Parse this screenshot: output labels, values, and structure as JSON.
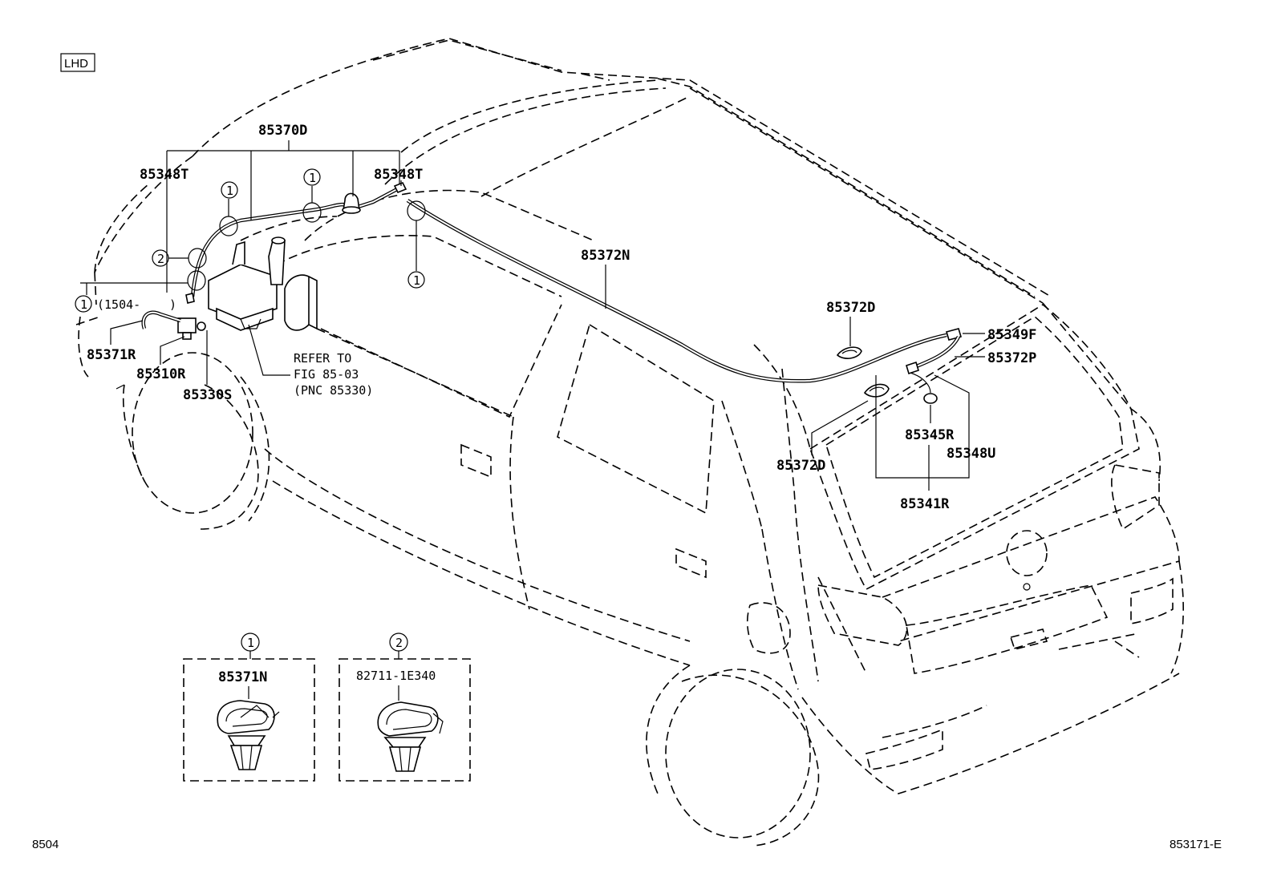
{
  "corner_tag": "LHD",
  "footer": {
    "left": "8504",
    "right": "853171-E"
  },
  "refer_note": [
    "REFER TO",
    "FIG 85-03",
    "(PNC 85330)"
  ],
  "paren_note": "(1504-",
  "circle_refs": {
    "one": "1",
    "two": "2"
  },
  "parts": {
    "p85370D": "85370D",
    "p85348T_left": "85348T",
    "p85348T_right": "85348T",
    "p85372N": "85372N",
    "p85372D_top": "85372D",
    "p85372D_bottom": "85372D",
    "p85349F": "85349F",
    "p85372P": "85372P",
    "p85345R": "85345R",
    "p85348U": "85348U",
    "p85341R": "85341R",
    "p85371R": "85371R",
    "p85310R": "85310R",
    "p85330S": "85330S"
  },
  "insets": [
    {
      "ref": "1",
      "part": "85371N"
    },
    {
      "ref": "2",
      "part": "82711-1E340"
    }
  ]
}
